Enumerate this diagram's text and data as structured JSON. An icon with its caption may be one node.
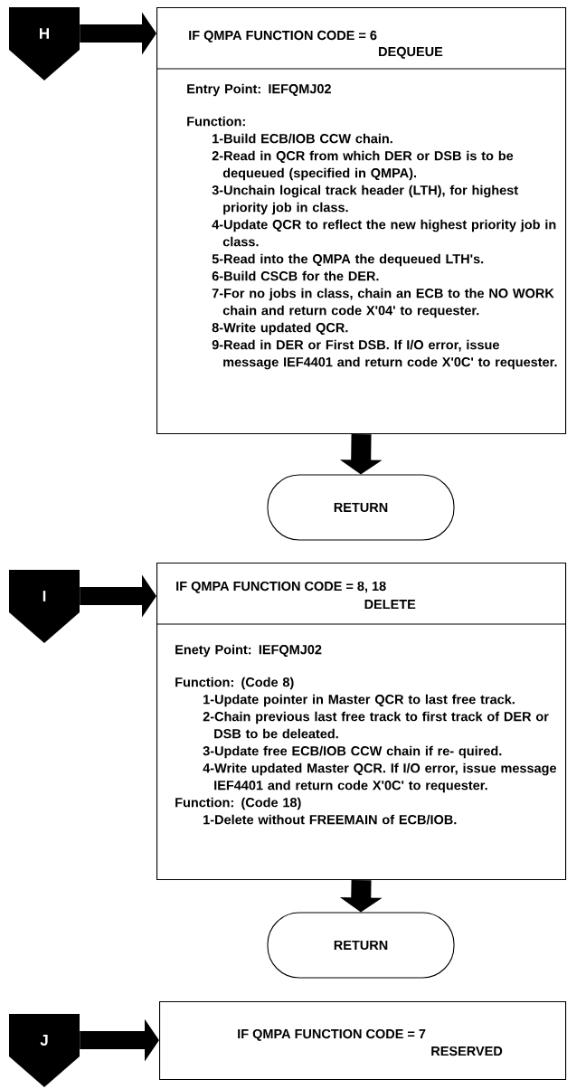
{
  "diagram": {
    "nodes": [
      {
        "text": [
          "H"
        ]
      },
      {
        "text": [
          "IF QMPA FUNCTION CODE = 6",
          "DEQUEUE",
          "Entry Point: IEFQMJ02",
          "Function:",
          "1-Build ECB/IOB CCW chain.",
          "2-Read in QCR from which DER or DSB is to be dequeued (specified in QMPA).",
          "3-Unchain logical track header (LTH), for highest priority job in class.",
          "4-Update QCR to reflect the new highest priority job in class.",
          "5-Read into the QMPA the dequeued LTH's.",
          "6-Build CSCB for the DER.",
          "7-For no jobs in class, chain an ECB to the NO WORK chain and return code X'04' to requester.",
          "8-Write updated QCR.",
          "9-Read in DER or First DSB. If I/O error, issue message IEF4401 and return code X'0C' to requester."
        ]
      },
      {
        "text": [
          "RETURN"
        ]
      },
      {
        "text": [
          "I"
        ]
      },
      {
        "text": [
          "IF QMPA FUNCTION CODE = 8, 18",
          "DELETE",
          "Enety Point: IEFQMJ02",
          "Function: (Code 8)",
          "1-Update pointer in Master QCR to last free track.",
          "2-Chain previous last free track to first track of DER or DSB to be deleated.",
          "3-Update free ECB/IOB CCW chain if re- quired.",
          "4-Write updated Master QCR. If I/O error, issue message IEF4401 and return code X'0C' to requester.",
          "Function: (Code 18)",
          "1-Delete without FREEMAIN of ECB/IOB."
        ]
      },
      {
        "text": [
          "RETURN"
        ]
      },
      {
        "text": [
          "J"
        ]
      },
      {
        "text": [
          "IF QMPA FUNCTION CODE = 7",
          "RESERVED"
        ]
      }
    ],
    "edges": [
      {
        "from": 0,
        "to": 1,
        "arrow": "to"
      },
      {
        "from": 1,
        "to": 2,
        "arrow": "to"
      },
      {
        "from": 3,
        "to": 4,
        "arrow": "to"
      },
      {
        "from": 4,
        "to": 5,
        "arrow": "to"
      },
      {
        "from": 6,
        "to": 7,
        "arrow": "to"
      }
    ]
  }
}
